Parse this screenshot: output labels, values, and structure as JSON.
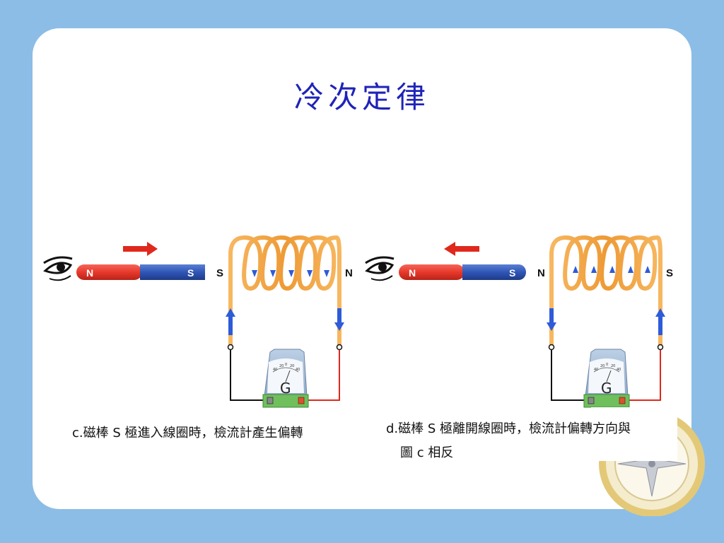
{
  "slide": {
    "title": "冷次定律"
  },
  "diagram_c": {
    "magnet_n": "N",
    "magnet_s": "S",
    "coil_left": "S",
    "coil_right": "N",
    "galvanometer": "G",
    "scale": [
      "40",
      "20",
      "0",
      "20",
      "40"
    ],
    "caption": "c.磁棒 S 極進入線圈時，檢流計產生偏轉"
  },
  "diagram_d": {
    "magnet_n": "N",
    "magnet_s": "S",
    "coil_left": "N",
    "coil_right": "S",
    "galvanometer": "G",
    "scale": [
      "40",
      "20",
      "0",
      "20",
      "40"
    ],
    "caption_line1": "d.磁棒 S 極離開線圈時，檢流計偏轉方向與",
    "caption_line2": "圖 c 相反"
  },
  "colors": {
    "background": "#8cbde6",
    "title": "#1f23b8",
    "coil": "#f2a03d",
    "magnet_n": "#e8392b",
    "magnet_s": "#2f56b7",
    "arrow_red": "#e0281c",
    "current_blue": "#2e5bd8"
  }
}
